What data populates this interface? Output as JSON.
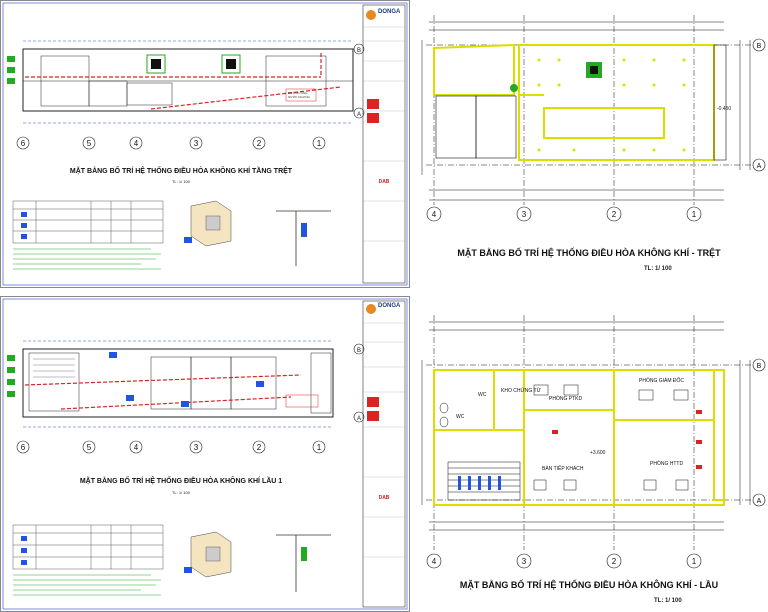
{
  "sheets": {
    "top_left": {
      "title": "MẶT BẰNG BỐ TRÍ HỆ THỐNG ĐIỀU HÒA KHÔNG KHÍ TẦNG TRỆT",
      "scale": "TL: 1/ 100",
      "grid_cols": [
        "6",
        "5",
        "4",
        "3",
        "2",
        "1"
      ],
      "grid_rows": [
        "B",
        "A"
      ],
      "logo": "DONGA",
      "stamp": "DAB"
    },
    "top_right": {
      "title": "MẶT BẰNG BỐ TRÍ HỆ THỐNG ĐIỀU HÒA KHÔNG KHÍ - TRỆT",
      "scale": "TL: 1/ 100",
      "grid_cols": [
        "4",
        "3",
        "2",
        "1"
      ],
      "grid_rows": [
        "B",
        "A"
      ],
      "level": "-0.450"
    },
    "bottom_left": {
      "title": "MẶT BẰNG BỐ TRÍ HỆ THỐNG ĐIỀU HÒA KHÔNG KHÍ LẦU 1",
      "scale": "TL: 1/ 100",
      "grid_cols": [
        "6",
        "5",
        "4",
        "3",
        "2",
        "1"
      ],
      "grid_rows": [
        "B",
        "A"
      ],
      "logo": "DONGA",
      "stamp": "DAB"
    },
    "bottom_right": {
      "title": "MẶT BẰNG BỐ TRÍ HỆ THỐNG ĐIỀU HÒA KHÔNG KHÍ - LẦU",
      "scale": "TL: 1/ 100",
      "grid_cols": [
        "4",
        "3",
        "2",
        "1"
      ],
      "grid_rows": [
        "B",
        "A"
      ],
      "level": "+3.600",
      "rooms": {
        "kho": "KHO CHỨNG TỪ",
        "wc1": "WC",
        "wc2": "WC",
        "pho_phong": "PHÒNG PTKD",
        "giam_doc": "PHÒNG GIÁM ĐỐC",
        "tiep_khach": "BÀN TIẾP KHÁCH",
        "httd": "PHÒNG HTTD"
      }
    }
  }
}
